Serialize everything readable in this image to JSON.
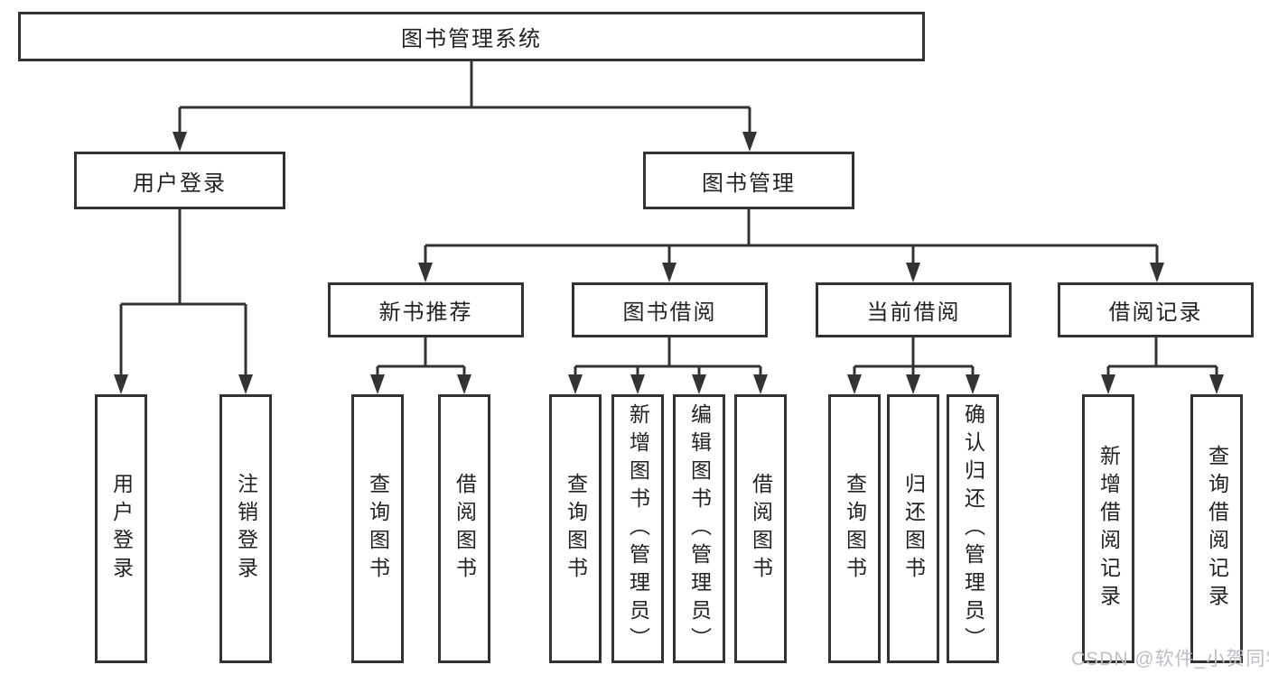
{
  "nodes": {
    "root": "图书管理系统",
    "user_login": "用户登录",
    "book_mgmt": "图书管理",
    "login": "用户登录",
    "logout": "注销登录",
    "new_book_rec": "新书推荐",
    "book_borrow": "图书借阅",
    "current_borrow": "当前借阅",
    "borrow_records": "借阅记录",
    "nbr_query": "查询图书",
    "nbr_borrow": "借阅图书",
    "bb_query": "查询图书",
    "bb_add": "新增图书（管理员）",
    "bb_edit": "编辑图书（管理员）",
    "bb_borrow": "借阅图书",
    "cb_query": "查询图书",
    "cb_return": "归还图书",
    "cb_confirm": "确认归还（管理员）",
    "br_add": "新增借阅记录",
    "br_query": "查询借阅记录"
  },
  "watermark": "CSDN @软件_小贺同学",
  "colors": {
    "line": "#333333",
    "text": "#222222",
    "watermark": "#bcc0c6",
    "background": "#ffffff"
  }
}
